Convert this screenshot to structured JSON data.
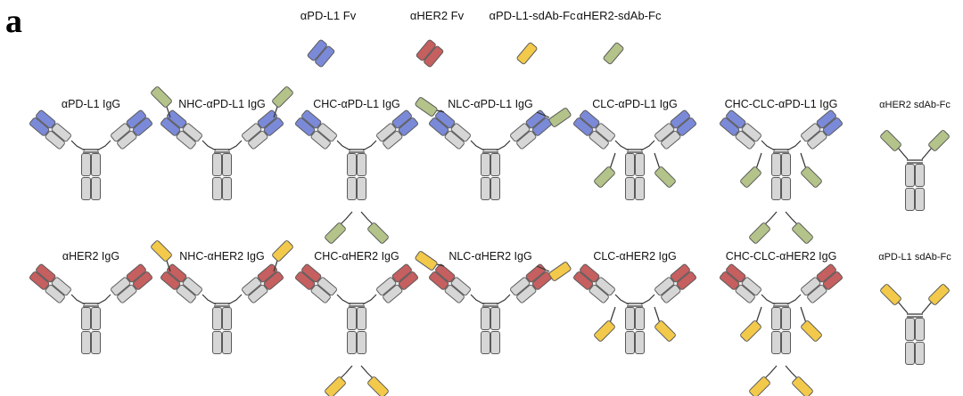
{
  "panel_label": "a",
  "colors": {
    "pdl1_fv": "#7b8ad8",
    "her2_fv": "#c65f5f",
    "pdl1_sdab": "#f2c94a",
    "her2_sdab": "#b3c389",
    "constant": "#d6d6d6",
    "outline": "#5a5a5a"
  },
  "legend": [
    {
      "label": "αPD-L1 Fv",
      "kind": "fv",
      "color_key": "pdl1_fv"
    },
    {
      "label": "αHER2 Fv",
      "kind": "fv",
      "color_key": "her2_fv"
    },
    {
      "label": "αPD-L1-sdAb-Fc",
      "kind": "sdab",
      "color_key": "pdl1_sdab"
    },
    {
      "label": "αHER2-sdAb-Fc",
      "kind": "sdab",
      "color_key": "her2_sdab"
    }
  ],
  "rows": [
    {
      "fv_color_key": "pdl1_fv",
      "sdab_color_key": "her2_sdab",
      "constructs": [
        {
          "label": "αPD-L1 IgG",
          "type": "igg"
        },
        {
          "label": "NHC-αPD-L1 IgG",
          "type": "nhc"
        },
        {
          "label": "CHC-αPD-L1 IgG",
          "type": "chc"
        },
        {
          "label": "NLC-αPD-L1 IgG",
          "type": "nlc"
        },
        {
          "label": "CLC-αPD-L1 IgG",
          "type": "clc"
        },
        {
          "label": "CHC-CLC-αPD-L1 IgG",
          "type": "chcclc"
        },
        {
          "label": "αHER2 sdAb-Fc",
          "type": "sdabfc"
        }
      ]
    },
    {
      "fv_color_key": "her2_fv",
      "sdab_color_key": "pdl1_sdab",
      "constructs": [
        {
          "label": "αHER2 IgG",
          "type": "igg"
        },
        {
          "label": "NHC-αHER2 IgG",
          "type": "nhc"
        },
        {
          "label": "CHC-αHER2 IgG",
          "type": "chc"
        },
        {
          "label": "NLC-αHER2 IgG",
          "type": "nlc"
        },
        {
          "label": "CLC-αHER2 IgG",
          "type": "clc"
        },
        {
          "label": "CHC-CLC-αHER2 IgG",
          "type": "chcclc"
        },
        {
          "label": "αPD-L1 sdAb-Fc",
          "type": "sdabfc"
        }
      ]
    }
  ]
}
